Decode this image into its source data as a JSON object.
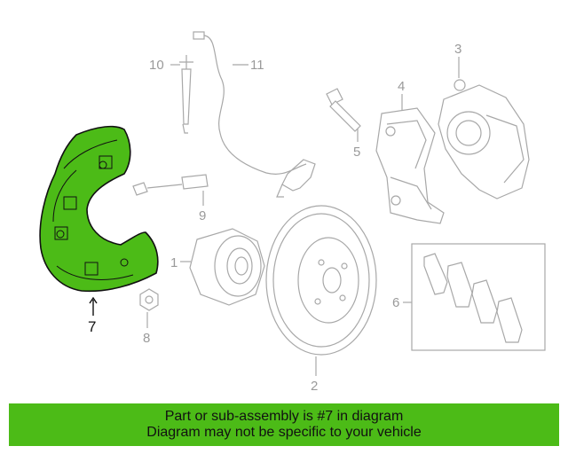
{
  "diagram": {
    "highlighted_part": "7",
    "highlight_color": "#4cbb17",
    "line_color": "#a8a8a8",
    "callouts": {
      "p1": "1",
      "p2": "2",
      "p3": "3",
      "p4": "4",
      "p5": "5",
      "p6": "6",
      "p7": "7",
      "p8": "8",
      "p9": "9",
      "p10": "10",
      "p11": "11"
    }
  },
  "banner": {
    "line1": "Part or sub-assembly is #7 in diagram",
    "line2": "Diagram may not be specific to your vehicle",
    "background": "#4cbb17"
  }
}
